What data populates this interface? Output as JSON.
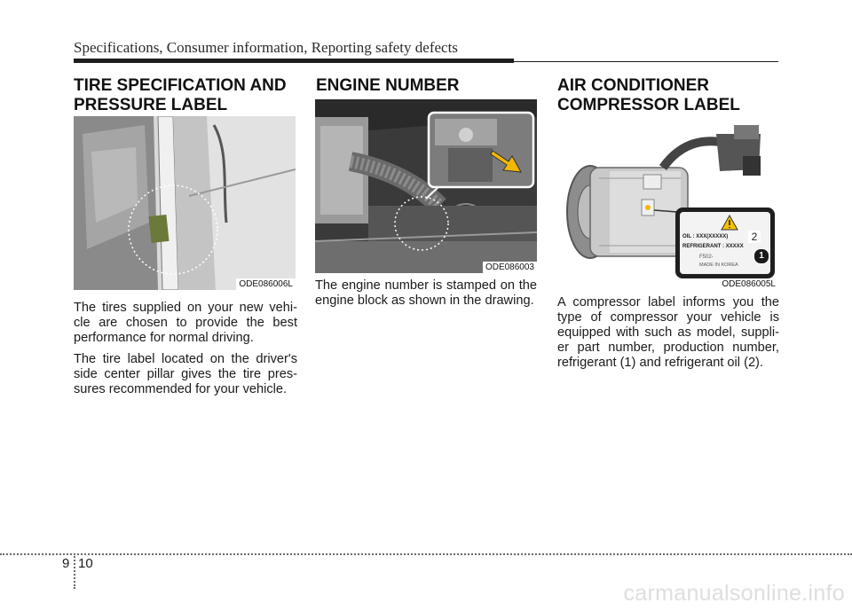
{
  "header": {
    "running_title": "Specifications, Consumer information, Reporting safety defects"
  },
  "sections": {
    "tire": {
      "title_line1": "TIRE SPECIFICATION AND",
      "title_line2": "PRESSURE LABEL",
      "figure_code": "ODE086006L",
      "paragraphs": [
        "The tires supplied on your new vehi-cle are chosen to provide the best performance for normal driving.",
        "The tire label located on the driver's side center pillar gives the tire pres-sures recommended for your vehicle."
      ]
    },
    "engine": {
      "title": "ENGINE NUMBER",
      "figure_code": "ODE086003",
      "paragraphs": [
        "The engine number is stamped on the engine block as shown in the drawing."
      ]
    },
    "compressor": {
      "title_line1": "AIR CONDITIONER",
      "title_line2": "COMPRESSOR LABEL",
      "figure_code": "ODE086005L",
      "label_oil": "OIL : XXX(XXXXX)",
      "label_refrigerant": "REFRIGERANT : XXXXX",
      "label_part": "F502-",
      "label_made": "MADE IN KOREA",
      "callout_1": "1",
      "callout_2": "2",
      "paragraphs": [
        "A compressor label informs you the type of compressor your vehicle is equipped with such as model, suppli-er part number, production number, refrigerant (1) and refrigerant oil (2)."
      ]
    }
  },
  "footer": {
    "chapter": "9",
    "page": "10",
    "watermark": "carmanualsonline.info"
  },
  "colors": {
    "label_green": "#6b7a3a",
    "photo_gray": "#cfcfcf"
  }
}
